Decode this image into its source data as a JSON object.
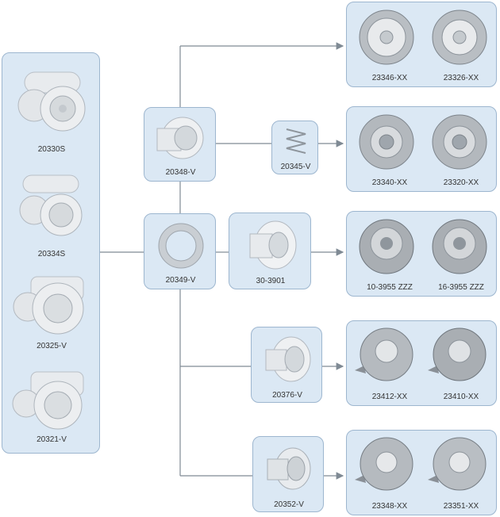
{
  "source_parts": [
    "20330S",
    "20334S",
    "20325-V",
    "20321-V"
  ],
  "fittings": {
    "f1": "20348-V",
    "f2": "20349-V",
    "spring": "20345-V",
    "adapter": "30-3901",
    "f3": "20376-V",
    "f4": "20352-V"
  },
  "jets": [
    {
      "a": "23346-XX",
      "b": "23326-XX"
    },
    {
      "a": "23340-XX",
      "b": "23320-XX"
    },
    {
      "a": "10-3955 ZZZ",
      "b": "16-3955 ZZZ"
    },
    {
      "a": "23412-XX",
      "b": "23410-XX"
    },
    {
      "a": "23348-XX",
      "b": "23351-XX"
    }
  ],
  "colors": {
    "box_fill": "#dbe8f4",
    "box_border": "#9db6cf",
    "line": "#7f8a94"
  }
}
